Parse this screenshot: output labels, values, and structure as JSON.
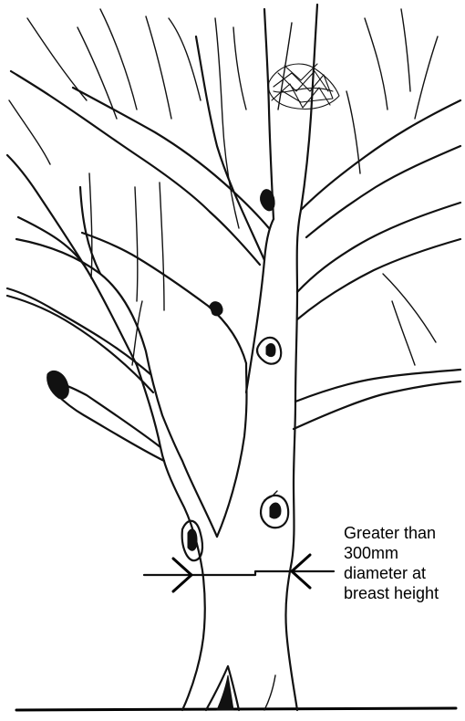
{
  "annotation": {
    "lines": [
      "Greater than",
      "300mm",
      "diameter at",
      "breast height"
    ]
  },
  "icons": {
    "arrow_left": "inward-arrow",
    "arrow_right": "inward-arrow"
  },
  "colors": {
    "ink": "#111111",
    "background": "#ffffff"
  }
}
